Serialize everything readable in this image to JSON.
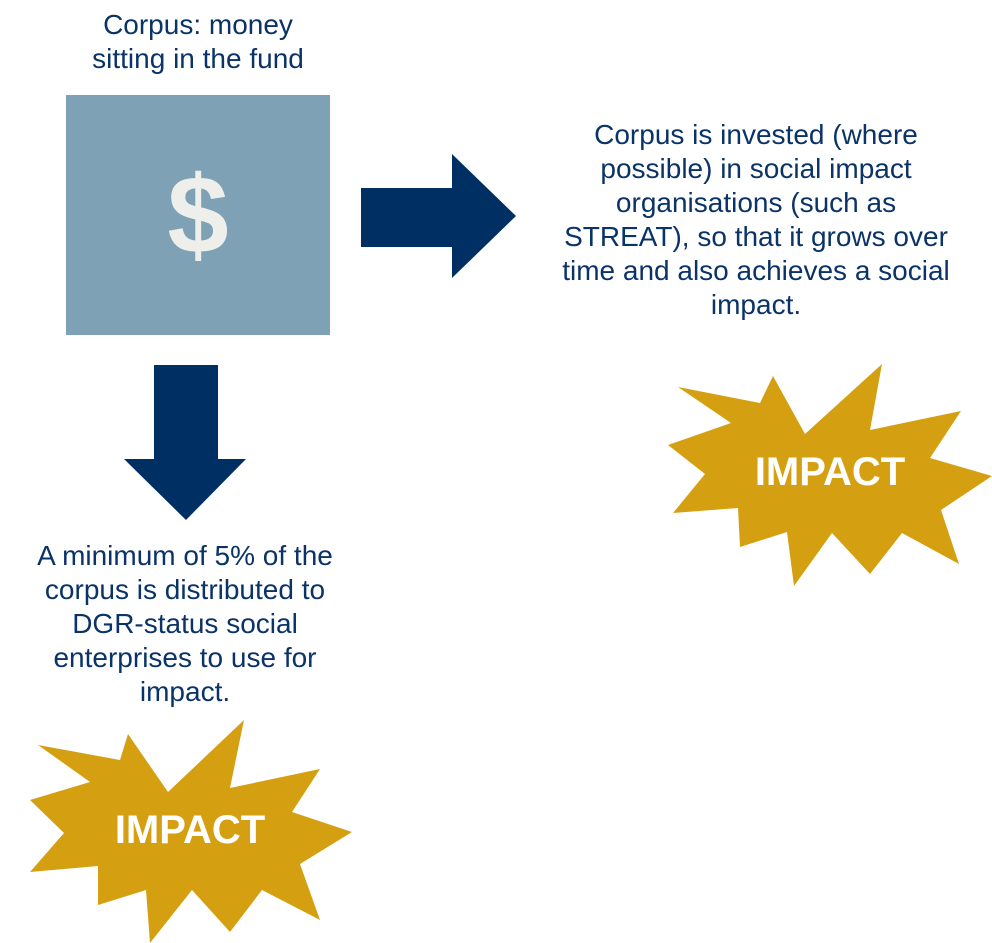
{
  "diagram": {
    "corpus_title": "Corpus: money\nsitting in the fund",
    "corpus_symbol": "$",
    "invest_text": "Corpus is invested (where\npossible) in social impact\norganisations (such as\nSTREAT), so that it grows over\ntime and also achieves a social\nimpact.",
    "distribute_text": "A minimum of 5% of the\ncorpus is distributed to\nDGR-status social\nenterprises to use for\nimpact.",
    "impact_right_label": "IMPACT",
    "impact_left_label": "IMPACT"
  },
  "colors": {
    "text": "#0a3367",
    "box": "#7fa1b5",
    "arrow": "#003063",
    "burst": "#d59f12",
    "burst_text": "#ffffff",
    "dollar": "#eeeeea"
  },
  "icons": {
    "right_arrow": "right-arrow-icon",
    "down_arrow": "down-arrow-icon",
    "burst": "starburst-icon"
  }
}
